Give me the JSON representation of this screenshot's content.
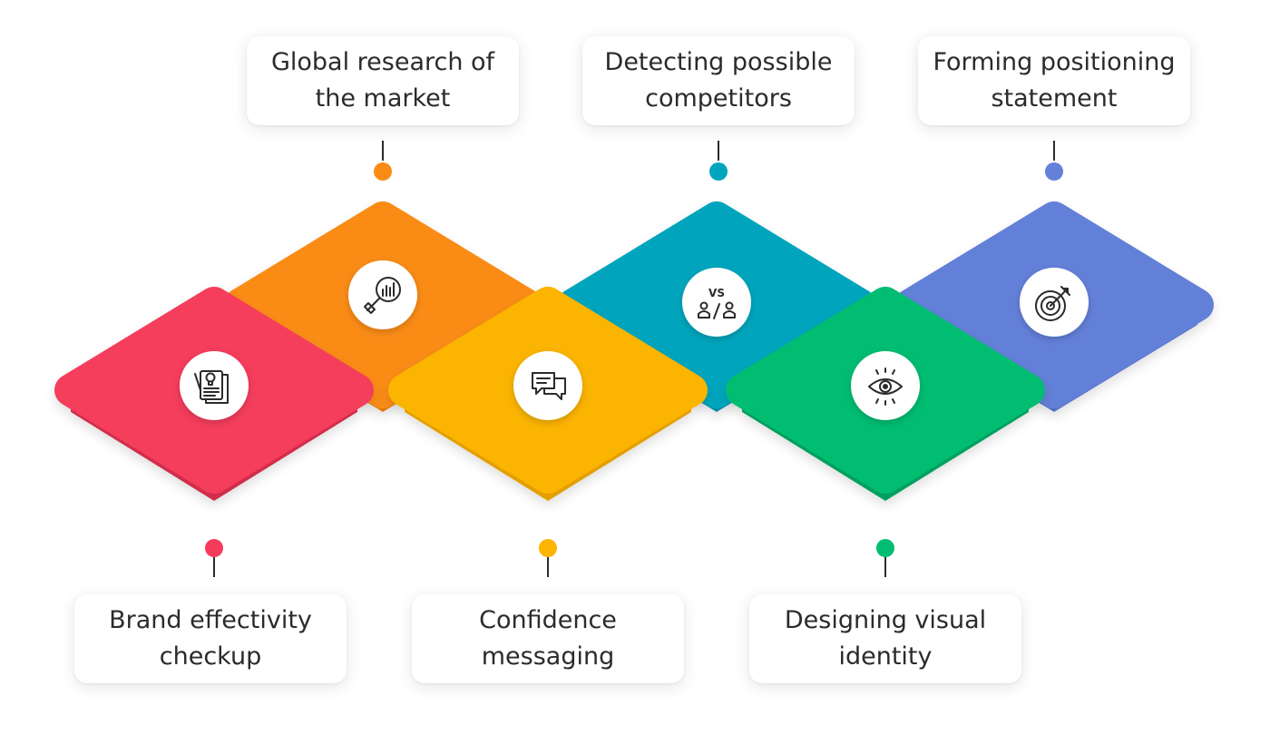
{
  "steps": [
    {
      "id": "brand",
      "lines": [
        "Brand effectivity",
        "checkup"
      ],
      "color": "#f53d5b",
      "side": "#d02e4c",
      "icon": "document-idea-icon"
    },
    {
      "id": "research",
      "lines": [
        "Global research of",
        "the market"
      ],
      "color": "#fa8c16",
      "side": "#e07a10",
      "icon": "magnifier-chart-icon"
    },
    {
      "id": "messaging",
      "lines": [
        "Confidence",
        "messaging"
      ],
      "color": "#fbb400",
      "side": "#e39f00",
      "icon": "chat-bubbles-icon"
    },
    {
      "id": "competitors",
      "lines": [
        "Detecting possible",
        "competitors"
      ],
      "color": "#00a5bd",
      "side": "#008fa5",
      "icon": "versus-people-icon",
      "icon_text": "VS"
    },
    {
      "id": "identity",
      "lines": [
        "Designing visual",
        "identity"
      ],
      "color": "#00bd72",
      "side": "#00a05f",
      "icon": "eye-icon"
    },
    {
      "id": "positioning",
      "lines": [
        "Forming positioning",
        "statement"
      ],
      "color": "#6480d9",
      "side": "#566fc2",
      "icon": "target-arrow-icon"
    }
  ]
}
